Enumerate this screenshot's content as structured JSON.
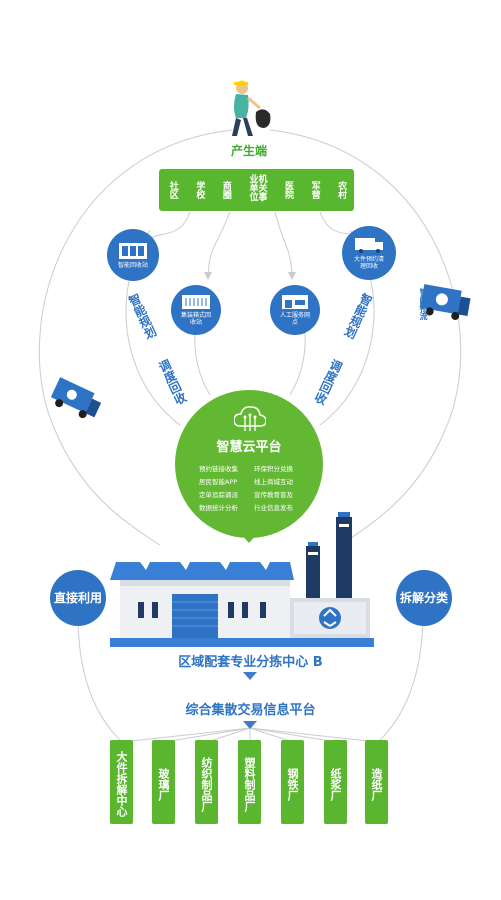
{
  "top_label": "产生端",
  "sources": [
    "社区",
    "学校",
    "商圈",
    "机关事业单位",
    "医院",
    "军营",
    "农村"
  ],
  "collection_points": [
    {
      "label": "智能回收站"
    },
    {
      "label": "集装箱式回收站"
    },
    {
      "label": "人工服务网点"
    },
    {
      "label": "大件预约清理回收"
    }
  ],
  "truck_labels": {
    "right": "智能物流"
  },
  "curve_labels": {
    "left_outer": "智能规划",
    "left_inner": "调度回收",
    "right_outer": "智能规划",
    "right_inner": "调度回收"
  },
  "cloud": {
    "title": "智慧云平台",
    "features": [
      "预约链接收集",
      "环保积分兑换",
      "居民智能APP",
      "线上商城互动",
      "定单追踪调派",
      "宣传教育普及",
      "数据统计分析",
      "行业信息发布"
    ]
  },
  "side_bubbles": {
    "left": "直接利用",
    "right": "拆解分类"
  },
  "center_title": "区域配套专业分拣中心 B",
  "platform_title": "综合集散交易信息平台",
  "factories": [
    "大件拆解中心",
    "玻璃厂",
    "纺织制品厂",
    "塑料制品厂",
    "钢铁厂",
    "纸浆厂",
    "造纸厂"
  ],
  "colors": {
    "green": "#58b62f",
    "blue": "#2f73c4"
  }
}
